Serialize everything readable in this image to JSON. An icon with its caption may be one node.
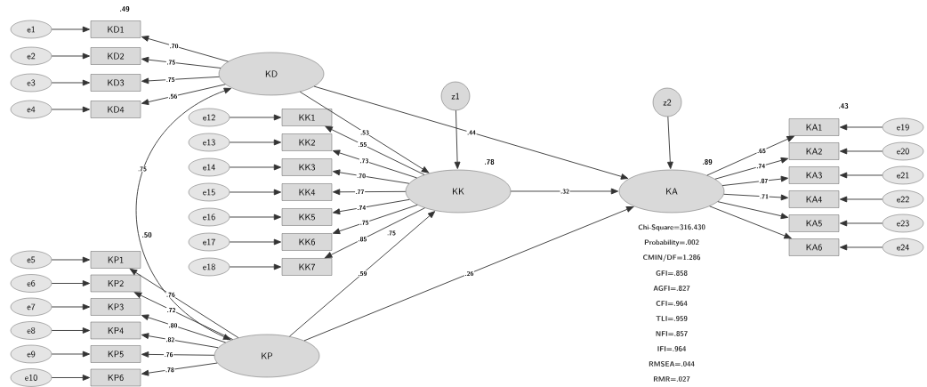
{
  "diagram": {
    "nodes": [
      {
        "text": [
          "KD"
        ]
      },
      {
        "text": [
          "KK"
        ],
        "beside": [
          ".78"
        ]
      },
      {
        "text": [
          "KP"
        ]
      },
      {
        "text": [
          "KA"
        ],
        "beside": [
          ".89"
        ]
      },
      {
        "text": [
          "z1"
        ]
      },
      {
        "text": [
          "z2"
        ]
      },
      {
        "text": [
          "KD1"
        ],
        "beside": [
          ".49"
        ]
      },
      {
        "text": [
          "KD2"
        ]
      },
      {
        "text": [
          "KD3"
        ]
      },
      {
        "text": [
          "KD4"
        ]
      },
      {
        "text": [
          "e1"
        ]
      },
      {
        "text": [
          "e2"
        ]
      },
      {
        "text": [
          "e3"
        ]
      },
      {
        "text": [
          "e4"
        ]
      },
      {
        "text": [
          "KK1"
        ]
      },
      {
        "text": [
          "KK2"
        ]
      },
      {
        "text": [
          "KK3"
        ]
      },
      {
        "text": [
          "KK4"
        ]
      },
      {
        "text": [
          "KK5"
        ]
      },
      {
        "text": [
          "KK6"
        ]
      },
      {
        "text": [
          "KK7"
        ]
      },
      {
        "text": [
          "e12"
        ]
      },
      {
        "text": [
          "e13"
        ]
      },
      {
        "text": [
          "e14"
        ]
      },
      {
        "text": [
          "e15"
        ]
      },
      {
        "text": [
          "e16"
        ]
      },
      {
        "text": [
          "e17"
        ]
      },
      {
        "text": [
          "e18"
        ]
      },
      {
        "text": [
          "KP1"
        ],
        "beside": [
          ".50"
        ]
      },
      {
        "text": [
          "KP2"
        ]
      },
      {
        "text": [
          "KP3"
        ]
      },
      {
        "text": [
          "KP4"
        ]
      },
      {
        "text": [
          "KP5"
        ]
      },
      {
        "text": [
          "KP6"
        ]
      },
      {
        "text": [
          "e5"
        ]
      },
      {
        "text": [
          "e6"
        ]
      },
      {
        "text": [
          "e7"
        ]
      },
      {
        "text": [
          "e8"
        ]
      },
      {
        "text": [
          "e9"
        ]
      },
      {
        "text": [
          "e10"
        ]
      },
      {
        "text": [
          "KA1"
        ],
        "beside": [
          ".43"
        ]
      },
      {
        "text": [
          "KA2"
        ]
      },
      {
        "text": [
          "KA3"
        ]
      },
      {
        "text": [
          "KA4"
        ]
      },
      {
        "text": [
          "KA5"
        ]
      },
      {
        "text": [
          "KA6"
        ]
      },
      {
        "text": [
          "e19"
        ]
      },
      {
        "text": [
          "e20"
        ]
      },
      {
        "text": [
          "e21"
        ]
      },
      {
        "text": [
          "e22"
        ]
      },
      {
        "text": [
          "e23"
        ]
      },
      {
        "text": [
          "e24"
        ]
      }
    ],
    "edges": [
      {
        "from": 10,
        "to": 6,
        "arrow": "to"
      },
      {
        "from": 11,
        "to": 7,
        "arrow": "to"
      },
      {
        "from": 12,
        "to": 8,
        "arrow": "to"
      },
      {
        "from": 13,
        "to": 9,
        "arrow": "to"
      },
      {
        "from": 0,
        "to": 6,
        "arrow": "to",
        "label": ".70"
      },
      {
        "from": 0,
        "to": 7,
        "arrow": "to",
        "label": ".75"
      },
      {
        "from": 0,
        "to": 8,
        "arrow": "to",
        "label": ".75"
      },
      {
        "from": 0,
        "to": 9,
        "arrow": "to",
        "label": ".56"
      },
      {
        "from": 21,
        "to": 14,
        "arrow": "to"
      },
      {
        "from": 22,
        "to": 15,
        "arrow": "to"
      },
      {
        "from": 23,
        "to": 16,
        "arrow": "to"
      },
      {
        "from": 24,
        "to": 17,
        "arrow": "to"
      },
      {
        "from": 25,
        "to": 18,
        "arrow": "to"
      },
      {
        "from": 26,
        "to": 19,
        "arrow": "to"
      },
      {
        "from": 27,
        "to": 20,
        "arrow": "to"
      },
      {
        "from": 1,
        "to": 14,
        "arrow": "to",
        "label": ".55"
      },
      {
        "from": 1,
        "to": 15,
        "arrow": "to",
        "label": ".73"
      },
      {
        "from": 1,
        "to": 16,
        "arrow": "to",
        "label": ".70"
      },
      {
        "from": 1,
        "to": 17,
        "arrow": "to",
        "label": ".77"
      },
      {
        "from": 1,
        "to": 18,
        "arrow": "to",
        "label": ".74"
      },
      {
        "from": 1,
        "to": 19,
        "arrow": "to",
        "label": ".75"
      },
      {
        "from": 1,
        "to": 20,
        "arrow": "to",
        "label": ".85"
      },
      {
        "from": 34,
        "to": 28,
        "arrow": "to"
      },
      {
        "from": 35,
        "to": 29,
        "arrow": "to"
      },
      {
        "from": 36,
        "to": 30,
        "arrow": "to"
      },
      {
        "from": 37,
        "to": 31,
        "arrow": "to"
      },
      {
        "from": 38,
        "to": 32,
        "arrow": "to"
      },
      {
        "from": 39,
        "to": 33,
        "arrow": "to"
      },
      {
        "from": 2,
        "to": 28,
        "arrow": "to",
        "label": ".76"
      },
      {
        "from": 2,
        "to": 29,
        "arrow": "to",
        "label": ".72"
      },
      {
        "from": 2,
        "to": 30,
        "arrow": "to",
        "label": ".80"
      },
      {
        "from": 2,
        "to": 31,
        "arrow": "to",
        "label": ".82"
      },
      {
        "from": 2,
        "to": 32,
        "arrow": "to",
        "label": ".76"
      },
      {
        "from": 2,
        "to": 33,
        "arrow": "to",
        "label": ".78"
      },
      {
        "from": 46,
        "to": 40,
        "arrow": "to"
      },
      {
        "from": 47,
        "to": 41,
        "arrow": "to"
      },
      {
        "from": 48,
        "to": 42,
        "arrow": "to"
      },
      {
        "from": 49,
        "to": 43,
        "arrow": "to"
      },
      {
        "from": 50,
        "to": 44,
        "arrow": "to"
      },
      {
        "from": 51,
        "to": 45,
        "arrow": "to"
      },
      {
        "from": 3,
        "to": 40,
        "arrow": "to",
        "label": ".65"
      },
      {
        "from": 3,
        "to": 41,
        "arrow": "to",
        "label": ".74"
      },
      {
        "from": 3,
        "to": 42,
        "arrow": "to",
        "label": ".87"
      },
      {
        "from": 3,
        "to": 43,
        "arrow": "to",
        "label": ".71"
      },
      {
        "from": 3,
        "to": 44,
        "arrow": "to"
      },
      {
        "from": 3,
        "to": 45,
        "arrow": "to"
      },
      {
        "from": 0,
        "to": 1,
        "arrow": "to",
        "label": ".53"
      },
      {
        "from": 0,
        "to": 3,
        "arrow": "to",
        "label": ".44"
      },
      {
        "from": 2,
        "to": 1,
        "arrow": "to",
        "label": ".59"
      },
      {
        "from": 2,
        "to": 3,
        "arrow": "to",
        "label": ".26"
      },
      {
        "from": 1,
        "to": 3,
        "arrow": "to",
        "label": ".32"
      },
      {
        "from": 4,
        "to": 1,
        "arrow": "to"
      },
      {
        "from": 5,
        "to": 3,
        "arrow": "to"
      },
      {
        "from": 0,
        "to": 2,
        "arrow": "both",
        "label": ".75"
      }
    ],
    "labels": [
      ".75",
      "Chi-Square=316.430",
      "Probability=.002",
      "CMIN/DF=1.286",
      "GFI=.858",
      "AGFI=.827",
      "CFI=.964",
      "TLI=.959",
      "NFI=.857",
      "IFI=.964",
      "RMSEA=.044",
      "RMR=.027"
    ]
  }
}
